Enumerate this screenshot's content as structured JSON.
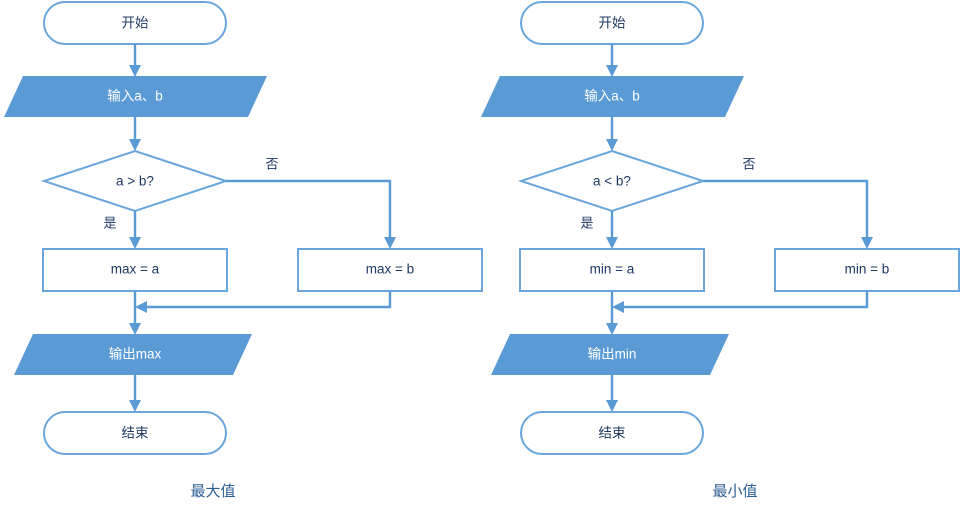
{
  "diagram": {
    "title_left": "最大值",
    "title_right": "最小值",
    "colors": {
      "fill_blue": "#5B9BD5",
      "outline_blue": "#6AA6DC",
      "connector_blue": "#5B9BD5",
      "text_navy": "#1F3864",
      "caption_blue": "#2E5F94",
      "background": "#FFFFFF"
    },
    "charts": [
      {
        "id": "max-flowchart",
        "caption": "最大值",
        "nodes": [
          {
            "id": "start",
            "type": "terminator",
            "label": "开始"
          },
          {
            "id": "input",
            "type": "io",
            "label": "输入a、b"
          },
          {
            "id": "decide",
            "type": "decision",
            "label": "a > b?"
          },
          {
            "id": "true-op",
            "type": "process",
            "label": "max = a"
          },
          {
            "id": "false-op",
            "type": "process",
            "label": "max = b"
          },
          {
            "id": "output",
            "type": "io",
            "label": "输出max"
          },
          {
            "id": "end",
            "type": "terminator",
            "label": "结束"
          }
        ],
        "edges": [
          {
            "from": "start",
            "to": "input",
            "label": ""
          },
          {
            "from": "input",
            "to": "decide",
            "label": ""
          },
          {
            "from": "decide",
            "to": "true-op",
            "label": "是"
          },
          {
            "from": "decide",
            "to": "false-op",
            "label": "否"
          },
          {
            "from": "true-op",
            "to": "output",
            "label": ""
          },
          {
            "from": "false-op",
            "to": "output",
            "label": ""
          },
          {
            "from": "output",
            "to": "end",
            "label": ""
          }
        ]
      },
      {
        "id": "min-flowchart",
        "caption": "最小值",
        "nodes": [
          {
            "id": "start",
            "type": "terminator",
            "label": "开始"
          },
          {
            "id": "input",
            "type": "io",
            "label": "输入a、b"
          },
          {
            "id": "decide",
            "type": "decision",
            "label": "a < b?"
          },
          {
            "id": "true-op",
            "type": "process",
            "label": "min = a"
          },
          {
            "id": "false-op",
            "type": "process",
            "label": "min = b"
          },
          {
            "id": "output",
            "type": "io",
            "label": "输出min"
          },
          {
            "id": "end",
            "type": "terminator",
            "label": "结束"
          }
        ],
        "edges": [
          {
            "from": "start",
            "to": "input",
            "label": ""
          },
          {
            "from": "input",
            "to": "decide",
            "label": ""
          },
          {
            "from": "decide",
            "to": "true-op",
            "label": "是"
          },
          {
            "from": "decide",
            "to": "false-op",
            "label": "否"
          },
          {
            "from": "true-op",
            "to": "output",
            "label": ""
          },
          {
            "from": "false-op",
            "to": "output",
            "label": ""
          },
          {
            "from": "output",
            "to": "end",
            "label": ""
          }
        ]
      }
    ]
  }
}
